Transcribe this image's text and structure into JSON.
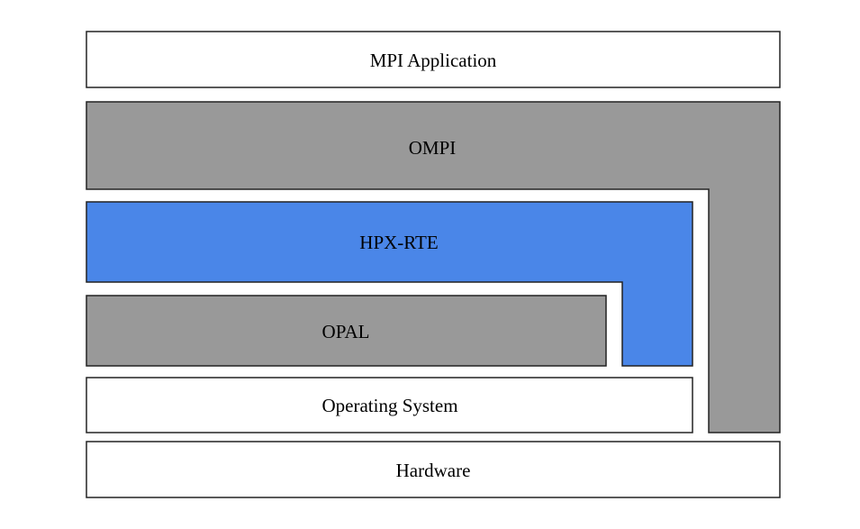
{
  "layers": {
    "mpi_application": {
      "label": "MPI Application",
      "fill": "#ffffff"
    },
    "ompi": {
      "label": "OMPI",
      "fill": "#999999"
    },
    "hpx_rte": {
      "label": "HPX-RTE",
      "fill": "#4a86e8"
    },
    "opal": {
      "label": "OPAL",
      "fill": "#999999"
    },
    "operating_system": {
      "label": "Operating System",
      "fill": "#ffffff"
    },
    "hardware": {
      "label": "Hardware",
      "fill": "#ffffff"
    }
  },
  "stroke_color": "#222222"
}
